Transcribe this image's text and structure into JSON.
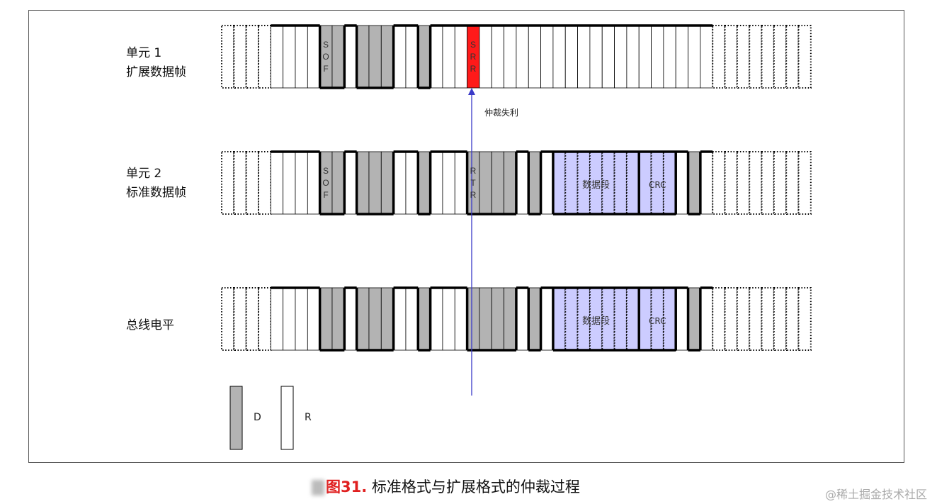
{
  "rows": [
    {
      "label_line1": "单元 1",
      "label_line2": "扩展数据帧",
      "pattern": "ddddwwwwggwgggwwgwwwrwwwwwwwwwwwwwwwwwwwdddddddd",
      "marks": [
        {
          "cell": 8,
          "text": "SOF"
        },
        {
          "cell": 20,
          "text": "SRR"
        }
      ]
    },
    {
      "label_line1": "单元 2",
      "label_line2": "标准数据帧",
      "pattern": "ddddwwwwggwgggwwgwwwggggwgwbbbbbbbbbbwgwdddddddd",
      "marks": [
        {
          "cell": 8,
          "text": "SOF"
        },
        {
          "cell": 20,
          "text": "RTR"
        }
      ],
      "data_label": "数据段",
      "crc_label": "CRC"
    },
    {
      "label_line1": "总线电平",
      "label_line2": "",
      "pattern": "ddddwwwwggwgggwwgwwwggggwgwbbbbbbbbbbwgwdddddddd",
      "marks": [],
      "data_label": "数据段",
      "crc_label": "CRC"
    }
  ],
  "arbitration_label": "仲裁失利",
  "legend": {
    "dominant": "D",
    "recessive": "R"
  },
  "colors": {
    "dominant": "#b3b3b3",
    "recessive": "#ffffff",
    "srr": "#ff1a1a",
    "data": "#ccccff",
    "arrow": "#3a3ac8"
  },
  "caption": {
    "prefix": "图31.",
    "text": "标准格式与扩展格式的仲裁过程"
  },
  "watermark": "@稀土掘金技术社区"
}
